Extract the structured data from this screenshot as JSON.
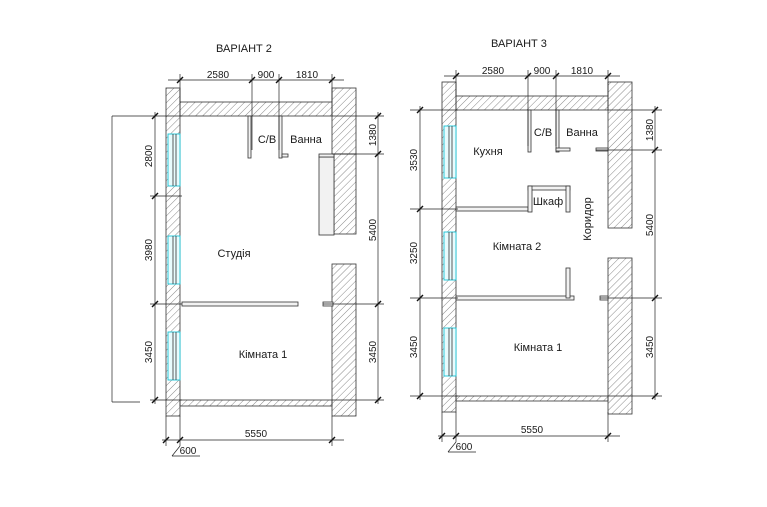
{
  "variant2": {
    "title": "ВАРІАНТ 2",
    "rooms": {
      "c_v": "С/В",
      "bath": "Ванна",
      "studio": "Студія",
      "room1": "Кімната 1"
    },
    "dims": {
      "top_a": "2580",
      "top_b": "900",
      "top_c": "1810",
      "left_a": "2800",
      "left_b": "3980",
      "left_c": "3450",
      "right_a": "1380",
      "right_b": "5400",
      "right_c": "3450",
      "bottom": "5550",
      "bottom_small": "600"
    }
  },
  "variant3": {
    "title": "ВАРІАНТ 3",
    "rooms": {
      "kitchen": "Кухня",
      "c_v": "С/В",
      "bath": "Ванна",
      "closet": "Шкаф",
      "corridor": "Коридор",
      "room2": "Кімната 2",
      "room1": "Кімната 1"
    },
    "dims": {
      "top_a": "2580",
      "top_b": "900",
      "top_c": "1810",
      "left_a": "3530",
      "left_b": "3250",
      "left_c": "3450",
      "right_a": "1380",
      "right_b": "5400",
      "right_c": "3450",
      "bottom": "5550",
      "bottom_small": "600"
    }
  },
  "colors": {
    "window": "#18c3d6",
    "line": "#333333"
  }
}
